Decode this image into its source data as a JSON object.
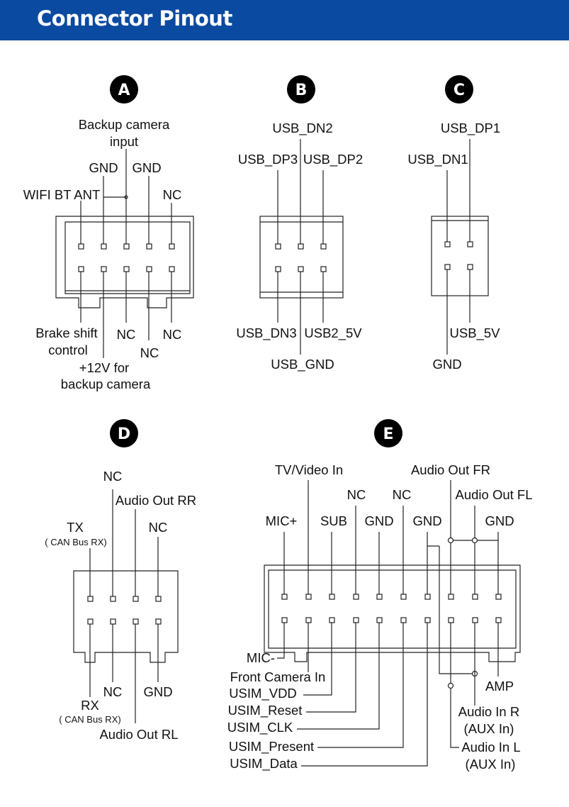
{
  "header": {
    "title": "Connector Pinout",
    "background": "#0a4aa0"
  },
  "connectors": {
    "A": {
      "badge": "A",
      "backup_camera_input_line1": "Backup camera",
      "backup_camera_input_line2": "input",
      "gnd_left": "GND",
      "gnd_right": "GND",
      "wifi_bt_ant": "WIFI BT ANT",
      "nc_top": "NC",
      "brake_shift_line1": "Brake shift",
      "brake_shift_line2": "control",
      "nc_bottom_1": "NC",
      "nc_bottom_2": "NC",
      "nc_bottom_3": "NC",
      "plus12v_line1": "+12V for",
      "plus12v_line2": "backup camera"
    },
    "B": {
      "badge": "B",
      "usb_dn2": "USB_DN2",
      "usb_dp3": "USB_DP3",
      "usb_dp2": "USB_DP2",
      "usb_dn3": "USB_DN3",
      "usb2_5v": "USB2_5V",
      "usb_gnd": "USB_GND"
    },
    "C": {
      "badge": "C",
      "usb_dp1": "USB_DP1",
      "usb_dn1": "USB_DN1",
      "usb_5v": "USB_5V",
      "gnd": "GND"
    },
    "D": {
      "badge": "D",
      "nc_top": "NC",
      "audio_out_rr": "Audio Out RR",
      "tx": "TX",
      "tx_sub": "( CAN Bus RX)",
      "nc_right": "NC",
      "nc_bottom": "NC",
      "gnd": "GND",
      "rx": "RX",
      "rx_sub": "( CAN Bus RX)",
      "audio_out_rl": "Audio Out RL"
    },
    "E": {
      "badge": "E",
      "tv_video_in": "TV/Video In",
      "audio_out_fr": "Audio Out FR",
      "nc_1": "NC",
      "nc_2": "NC",
      "audio_out_fl": "Audio Out FL",
      "mic_plus": "MIC+",
      "sub": "SUB",
      "gnd_1": "GND",
      "gnd_2": "GND",
      "gnd_3": "GND",
      "mic_minus": "MIC-",
      "front_camera_in": "Front Camera In",
      "usim_vdd": "USIM_VDD",
      "usim_reset": "USIM_Reset",
      "usim_clk": "USIM_CLK",
      "usim_present": "USIM_Present",
      "usim_data": "USIM_Data",
      "amp": "AMP",
      "audio_in_r": "Audio In R",
      "audio_in_r_sub": "(AUX In)",
      "audio_in_l": "Audio In L",
      "audio_in_l_sub": "(AUX In)"
    }
  }
}
